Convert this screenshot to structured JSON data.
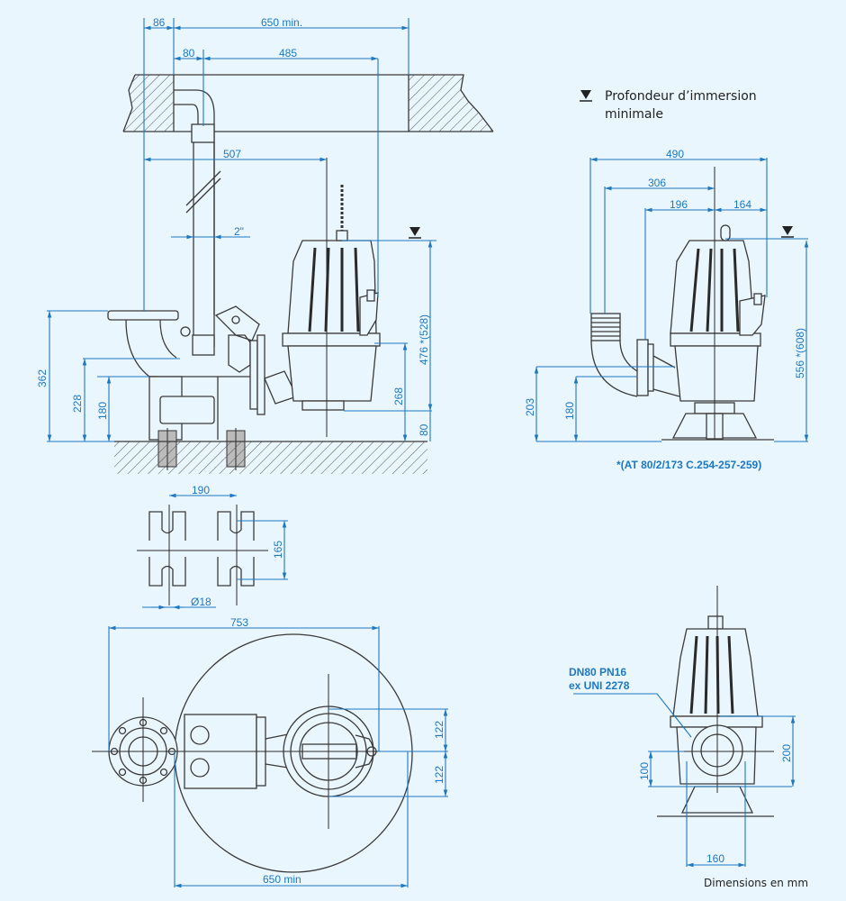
{
  "legend": {
    "symbol": "water-level-icon",
    "line1": "Profondeur d’immersion",
    "line2": "minimale"
  },
  "footer": {
    "units": "Dimensions en mm"
  },
  "side_view": {
    "dims": {
      "d86": "86",
      "d650min": "650 min.",
      "d80top": "80",
      "d485": "485",
      "d507": "507",
      "d2in": "2\"",
      "d362": "362",
      "d228": "228",
      "d180": "180",
      "d268": "268",
      "d476": "476 *(528)",
      "d80bottom": "80"
    }
  },
  "front_view": {
    "dims": {
      "d490": "490",
      "d306": "306",
      "d196": "196",
      "d164": "164",
      "d203": "203",
      "d180": "180",
      "d556": "556 *(608)"
    },
    "note": "*(AT 80/2/173 C.254-257-259)"
  },
  "anchor_plan": {
    "dims": {
      "d190": "190",
      "d165": "165",
      "dia18": "Ø18"
    }
  },
  "top_view": {
    "dims": {
      "d753": "753",
      "d650min": "650 min",
      "d122a": "122",
      "d122b": "122"
    }
  },
  "outlet_view": {
    "flange_line1": "DN80 PN16",
    "flange_line2": "ex UNI 2278",
    "dims": {
      "d100": "100",
      "d200": "200",
      "d160": "160"
    }
  },
  "colors": {
    "background": "#eaf6fd",
    "dimension": "#1d78c1",
    "outline": "#3a3a3a"
  }
}
